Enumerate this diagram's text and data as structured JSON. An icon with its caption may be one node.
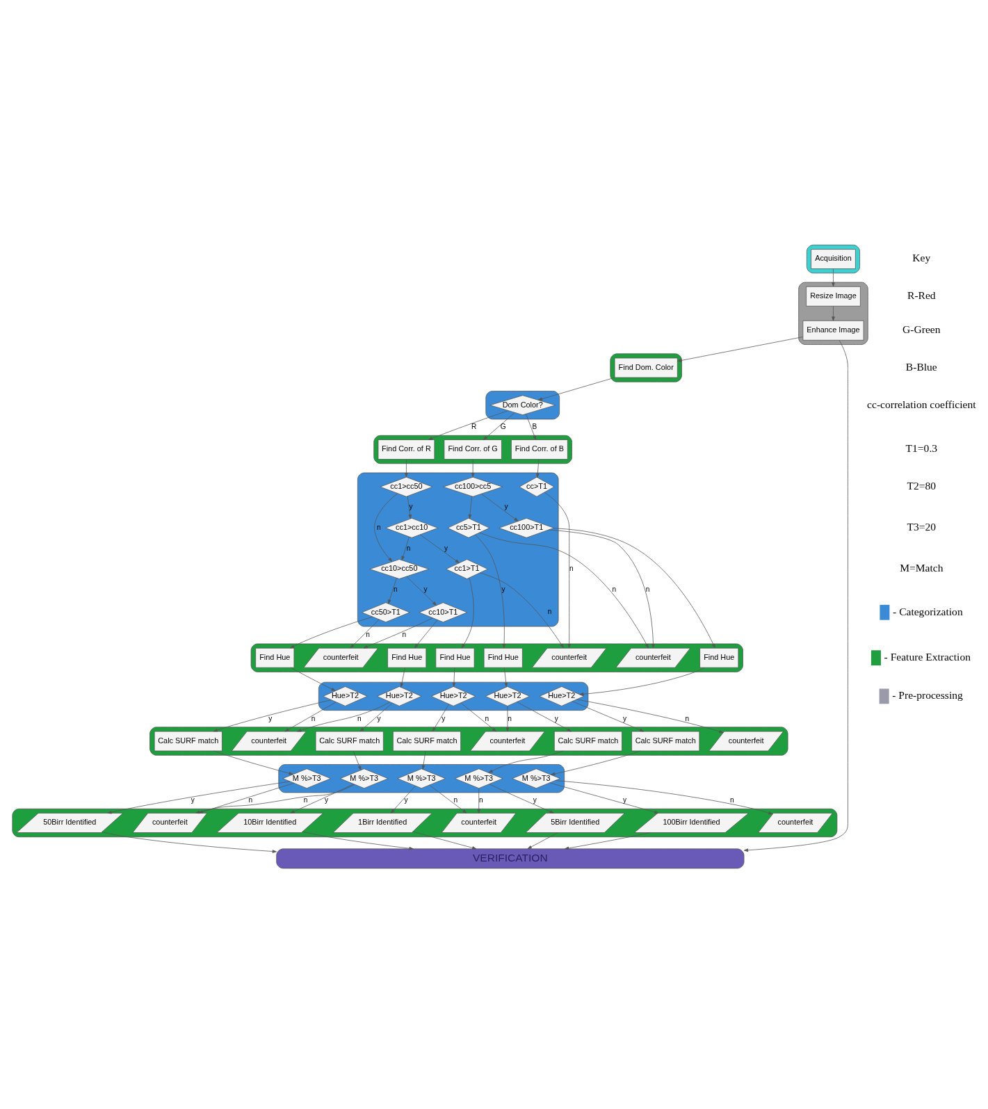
{
  "diagram": {
    "nodes": [
      {
        "text": [],
        "shape": "box"
      },
      {
        "text": [
          "Acquisition"
        ],
        "in": 0
      },
      {
        "text": [],
        "shape": "box"
      },
      {
        "text": [
          "Resize Image"
        ],
        "in": 2
      },
      {
        "text": [
          "Enhance Image"
        ],
        "in": 2
      },
      {
        "text": [],
        "shape": "box"
      },
      {
        "text": [
          "Find Dom. Color"
        ],
        "in": 5
      },
      {
        "text": [],
        "shape": "box"
      },
      {
        "text": [
          "Dom Color?"
        ],
        "in": 7
      },
      {
        "text": [],
        "shape": "box"
      },
      {
        "text": [
          "Find Corr. of R"
        ],
        "in": 9
      },
      {
        "text": [
          "Find Corr. of B"
        ],
        "in": 9
      },
      {
        "text": [
          "Find Corr. of G"
        ],
        "in": 9
      },
      {
        "text": [],
        "shape": "box"
      },
      {
        "text": [
          "cc1>cc50"
        ],
        "in": 13
      },
      {
        "text": [
          "cc10>cc50"
        ],
        "in": 13
      },
      {
        "text": [
          "cc1>cc10"
        ],
        "in": 13
      },
      {
        "text": [
          "cc>T1"
        ],
        "in": 13
      },
      {
        "text": [
          "cc100>cc5"
        ],
        "in": 13
      },
      {
        "text": [
          "cc50>T1"
        ],
        "in": 13
      },
      {
        "text": [
          "cc10>T1"
        ],
        "in": 13
      },
      {
        "text": [
          "cc1>T1"
        ],
        "in": 13
      },
      {
        "text": [
          "cc5>T1"
        ],
        "in": 13
      },
      {
        "text": [
          "cc100>T1"
        ],
        "in": 13
      },
      {
        "text": [],
        "shape": "box"
      },
      {
        "text": [
          "Find Hue"
        ],
        "in": 24
      },
      {
        "text": [
          "counterfeit"
        ],
        "in": 24
      },
      {
        "text": [
          "Find Hue"
        ],
        "in": 24
      },
      {
        "text": [
          "Find Hue"
        ],
        "in": 24
      },
      {
        "text": [
          "counterfeit"
        ],
        "in": 24
      },
      {
        "text": [
          "Find Hue"
        ],
        "in": 24
      },
      {
        "text": [
          "counterfeit"
        ],
        "in": 24
      },
      {
        "text": [
          "Find Hue"
        ],
        "in": 24
      },
      {
        "text": [],
        "shape": "box"
      },
      {
        "text": [
          "Hue>T2"
        ],
        "in": 33
      },
      {
        "text": [
          "Hue>T2"
        ],
        "in": 33
      },
      {
        "text": [
          "Hue>T2"
        ],
        "in": 33
      },
      {
        "text": [
          "Hue>T2"
        ],
        "in": 33
      },
      {
        "text": [
          "Hue>T2"
        ],
        "in": 33
      },
      {
        "text": [],
        "shape": "box"
      },
      {
        "text": [
          "Calc SURF match"
        ],
        "in": 39
      },
      {
        "text": [
          "counterfeit"
        ],
        "in": 39
      },
      {
        "text": [
          "Calc SURF match"
        ],
        "in": 39
      },
      {
        "text": [
          "Calc SURF match"
        ],
        "in": 39
      },
      {
        "text": [
          "counterfeit"
        ],
        "in": 39
      },
      {
        "text": [
          "Calc SURF match"
        ],
        "in": 39
      },
      {
        "text": [
          "Calc SURF match"
        ],
        "in": 39
      },
      {
        "text": [
          "counterfeit"
        ],
        "in": 39
      },
      {
        "text": [],
        "shape": "box"
      },
      {
        "text": [
          "M %>T3"
        ],
        "in": 48
      },
      {
        "text": [
          "M %>T3"
        ],
        "in": 48
      },
      {
        "text": [
          "M %>T3"
        ],
        "in": 48
      },
      {
        "text": [
          "M %>T3"
        ],
        "in": 48
      },
      {
        "text": [
          "M %>T3"
        ],
        "in": 48
      },
      {
        "text": [],
        "shape": "box"
      },
      {
        "text": [
          "50Birr Identified"
        ],
        "in": 54
      },
      {
        "text": [
          "counterfeit"
        ],
        "in": 54
      },
      {
        "text": [
          "10Birr Identified"
        ],
        "in": 54
      },
      {
        "text": [
          "1Birr Identified"
        ],
        "in": 54
      },
      {
        "text": [
          "counterfeit"
        ],
        "in": 54
      },
      {
        "text": [
          "5Birr Identified"
        ],
        "in": 54
      },
      {
        "text": [
          "100Birr Identified"
        ],
        "in": 54
      },
      {
        "text": [
          "counterfeit"
        ],
        "in": 54
      },
      {
        "text": [
          "VERIFICATION"
        ]
      }
    ],
    "edges": [
      {
        "from": 1,
        "to": 3,
        "arrow": "to"
      },
      {
        "from": 3,
        "to": 4,
        "arrow": "to"
      },
      {
        "from": 4,
        "to": 6,
        "arrow": "to"
      },
      {
        "from": 4,
        "to": 63,
        "arrow": "to"
      },
      {
        "from": 6,
        "to": 8,
        "arrow": "to"
      },
      {
        "from": 8,
        "to": 10,
        "label": "R",
        "arrow": "to"
      },
      {
        "from": 8,
        "to": 11,
        "label": "B",
        "arrow": "to"
      },
      {
        "from": 8,
        "to": 12,
        "label": "G",
        "arrow": "to"
      },
      {
        "from": 10,
        "to": 14,
        "arrow": "to"
      },
      {
        "from": 11,
        "to": 17,
        "arrow": "to"
      },
      {
        "from": 12,
        "to": 18,
        "arrow": "to"
      },
      {
        "from": 14,
        "to": 15,
        "label": "n",
        "arrow": "to"
      },
      {
        "from": 14,
        "to": 16,
        "label": "y",
        "arrow": "to"
      },
      {
        "from": 16,
        "to": 15,
        "label": "n",
        "arrow": "to"
      },
      {
        "from": 15,
        "to": 19,
        "label": "n",
        "arrow": "to"
      },
      {
        "from": 15,
        "to": 20,
        "label": "y",
        "arrow": "to"
      },
      {
        "from": 16,
        "to": 21,
        "label": "y",
        "arrow": "to"
      },
      {
        "from": 18,
        "to": 22,
        "arrow": "to"
      },
      {
        "from": 18,
        "to": 23,
        "label": "y",
        "arrow": "to"
      },
      {
        "from": 19,
        "to": 25,
        "arrow": "to"
      },
      {
        "from": 19,
        "to": 26,
        "label": "n",
        "arrow": "to"
      },
      {
        "from": 20,
        "to": 26,
        "label": "n",
        "arrow": "to"
      },
      {
        "from": 20,
        "to": 27,
        "arrow": "to"
      },
      {
        "from": 21,
        "to": 28,
        "arrow": "to"
      },
      {
        "from": 21,
        "to": 29,
        "label": "n",
        "arrow": "to"
      },
      {
        "from": 17,
        "to": 29,
        "label": "n",
        "arrow": "to"
      },
      {
        "from": 22,
        "to": 30,
        "label": "y",
        "arrow": "to"
      },
      {
        "from": 22,
        "to": 31,
        "label": "n",
        "arrow": "to"
      },
      {
        "from": 23,
        "to": 31,
        "label": "n",
        "arrow": "to"
      },
      {
        "from": 23,
        "to": 32,
        "arrow": "to"
      },
      {
        "from": 25,
        "to": 34,
        "arrow": "to"
      },
      {
        "from": 27,
        "to": 35,
        "arrow": "to"
      },
      {
        "from": 28,
        "to": 36,
        "arrow": "to"
      },
      {
        "from": 30,
        "to": 37,
        "arrow": "to"
      },
      {
        "from": 32,
        "to": 38,
        "arrow": "to"
      },
      {
        "from": 34,
        "to": 40,
        "label": "y",
        "arrow": "to"
      },
      {
        "from": 34,
        "to": 41,
        "label": "n",
        "arrow": "to"
      },
      {
        "from": 35,
        "to": 41,
        "label": "n",
        "arrow": "to"
      },
      {
        "from": 35,
        "to": 42,
        "label": "y",
        "arrow": "to"
      },
      {
        "from": 36,
        "to": 43,
        "label": "y",
        "arrow": "to"
      },
      {
        "from": 36,
        "to": 44,
        "label": "n",
        "arrow": "to"
      },
      {
        "from": 37,
        "to": 44,
        "label": "n",
        "arrow": "to"
      },
      {
        "from": 37,
        "to": 45,
        "label": "y",
        "arrow": "to"
      },
      {
        "from": 38,
        "to": 46,
        "label": "y",
        "arrow": "to"
      },
      {
        "from": 38,
        "to": 47,
        "label": "n",
        "arrow": "to"
      },
      {
        "from": 40,
        "to": 49,
        "arrow": "to"
      },
      {
        "from": 42,
        "to": 50,
        "arrow": "to"
      },
      {
        "from": 43,
        "to": 51,
        "arrow": "to"
      },
      {
        "from": 45,
        "to": 52,
        "arrow": "to"
      },
      {
        "from": 46,
        "to": 53,
        "arrow": "to"
      },
      {
        "from": 49,
        "to": 55,
        "label": "y",
        "arrow": "to"
      },
      {
        "from": 49,
        "to": 56,
        "label": "n",
        "arrow": "to"
      },
      {
        "from": 50,
        "to": 56,
        "label": "n",
        "arrow": "to"
      },
      {
        "from": 50,
        "to": 57,
        "label": "y",
        "arrow": "to"
      },
      {
        "from": 51,
        "to": 58,
        "label": "y",
        "arrow": "to"
      },
      {
        "from": 51,
        "to": 59,
        "label": "n",
        "arrow": "to"
      },
      {
        "from": 52,
        "to": 59,
        "label": "n",
        "arrow": "to"
      },
      {
        "from": 52,
        "to": 60,
        "label": "y",
        "arrow": "to"
      },
      {
        "from": 53,
        "to": 61,
        "label": "y",
        "arrow": "to"
      },
      {
        "from": 53,
        "to": 62,
        "label": "n",
        "arrow": "to"
      },
      {
        "from": 55,
        "to": 63,
        "arrow": "to"
      },
      {
        "from": 57,
        "to": 63,
        "arrow": "to"
      },
      {
        "from": 58,
        "to": 63,
        "arrow": "to"
      },
      {
        "from": 60,
        "to": 63,
        "arrow": "to"
      },
      {
        "from": 61,
        "to": 63,
        "arrow": "to"
      }
    ],
    "labels": [
      "Key",
      "R-Red",
      "G-Green",
      "B-Blue",
      "cc-correlation coefficient",
      "T1=0.3",
      "T2=80",
      "T3=20",
      "M=Match"
    ],
    "legend": [
      {
        "text": "- Categorization",
        "color": "#3a8ad6"
      },
      {
        "text": "- Feature Extraction",
        "color": "#1e9e3e"
      },
      {
        "text": "- Pre-processing",
        "color": "#9a9aa8"
      }
    ]
  }
}
